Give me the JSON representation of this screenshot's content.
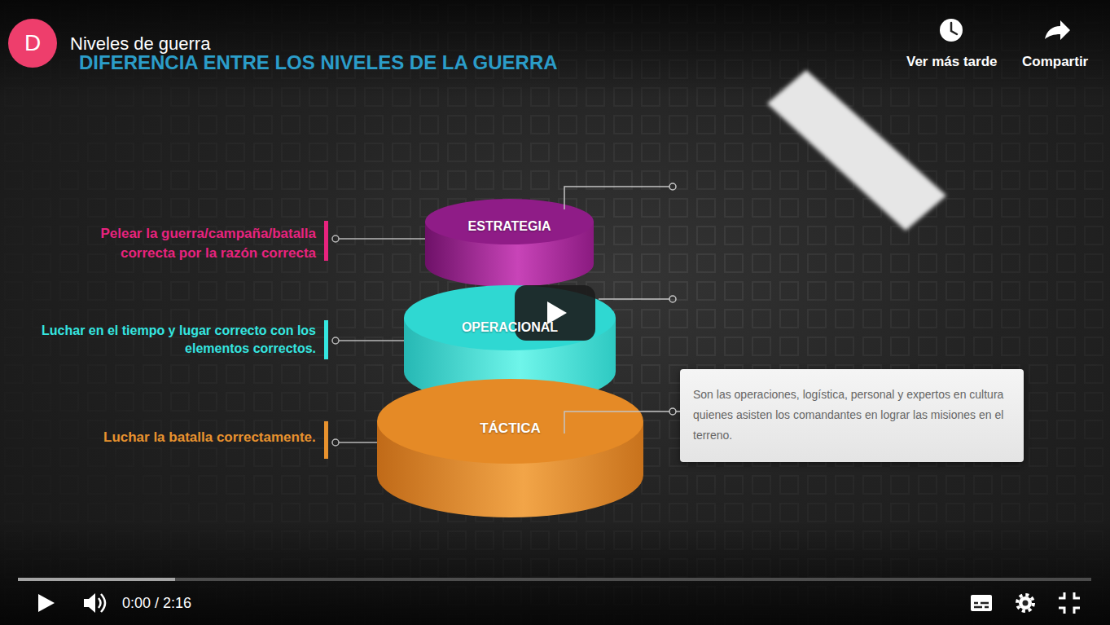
{
  "diagram": {
    "title": "DIFERENCIA ENTRE LOS NIVELES DE LA GUERRA",
    "nodes": [
      {
        "text": [
          "D"
        ]
      },
      {
        "text": [
          "ESTRATEGIA"
        ]
      },
      {
        "text": [
          "OPERACIONAL"
        ]
      },
      {
        "text": [
          "TÁCTICA"
        ]
      },
      {
        "text": [
          "Son las operaciones, logística, personal y expertos en cultura quienes asisten los comandantes en lograr las misiones en el terreno."
        ]
      }
    ],
    "edges": [
      {
        "from": 3,
        "to": 4,
        "arrow": "none"
      }
    ],
    "labels": [
      "Niveles de guerra",
      "Ver más tarde",
      "Compartir",
      "Pelear la guerra/campaña/batalla correcta por la razón correcta",
      "Luchar en el tiempo y lugar correcto con los elementos correctos.",
      "Luchar la batalla correctamente.",
      "0:00 / 2:16"
    ]
  }
}
